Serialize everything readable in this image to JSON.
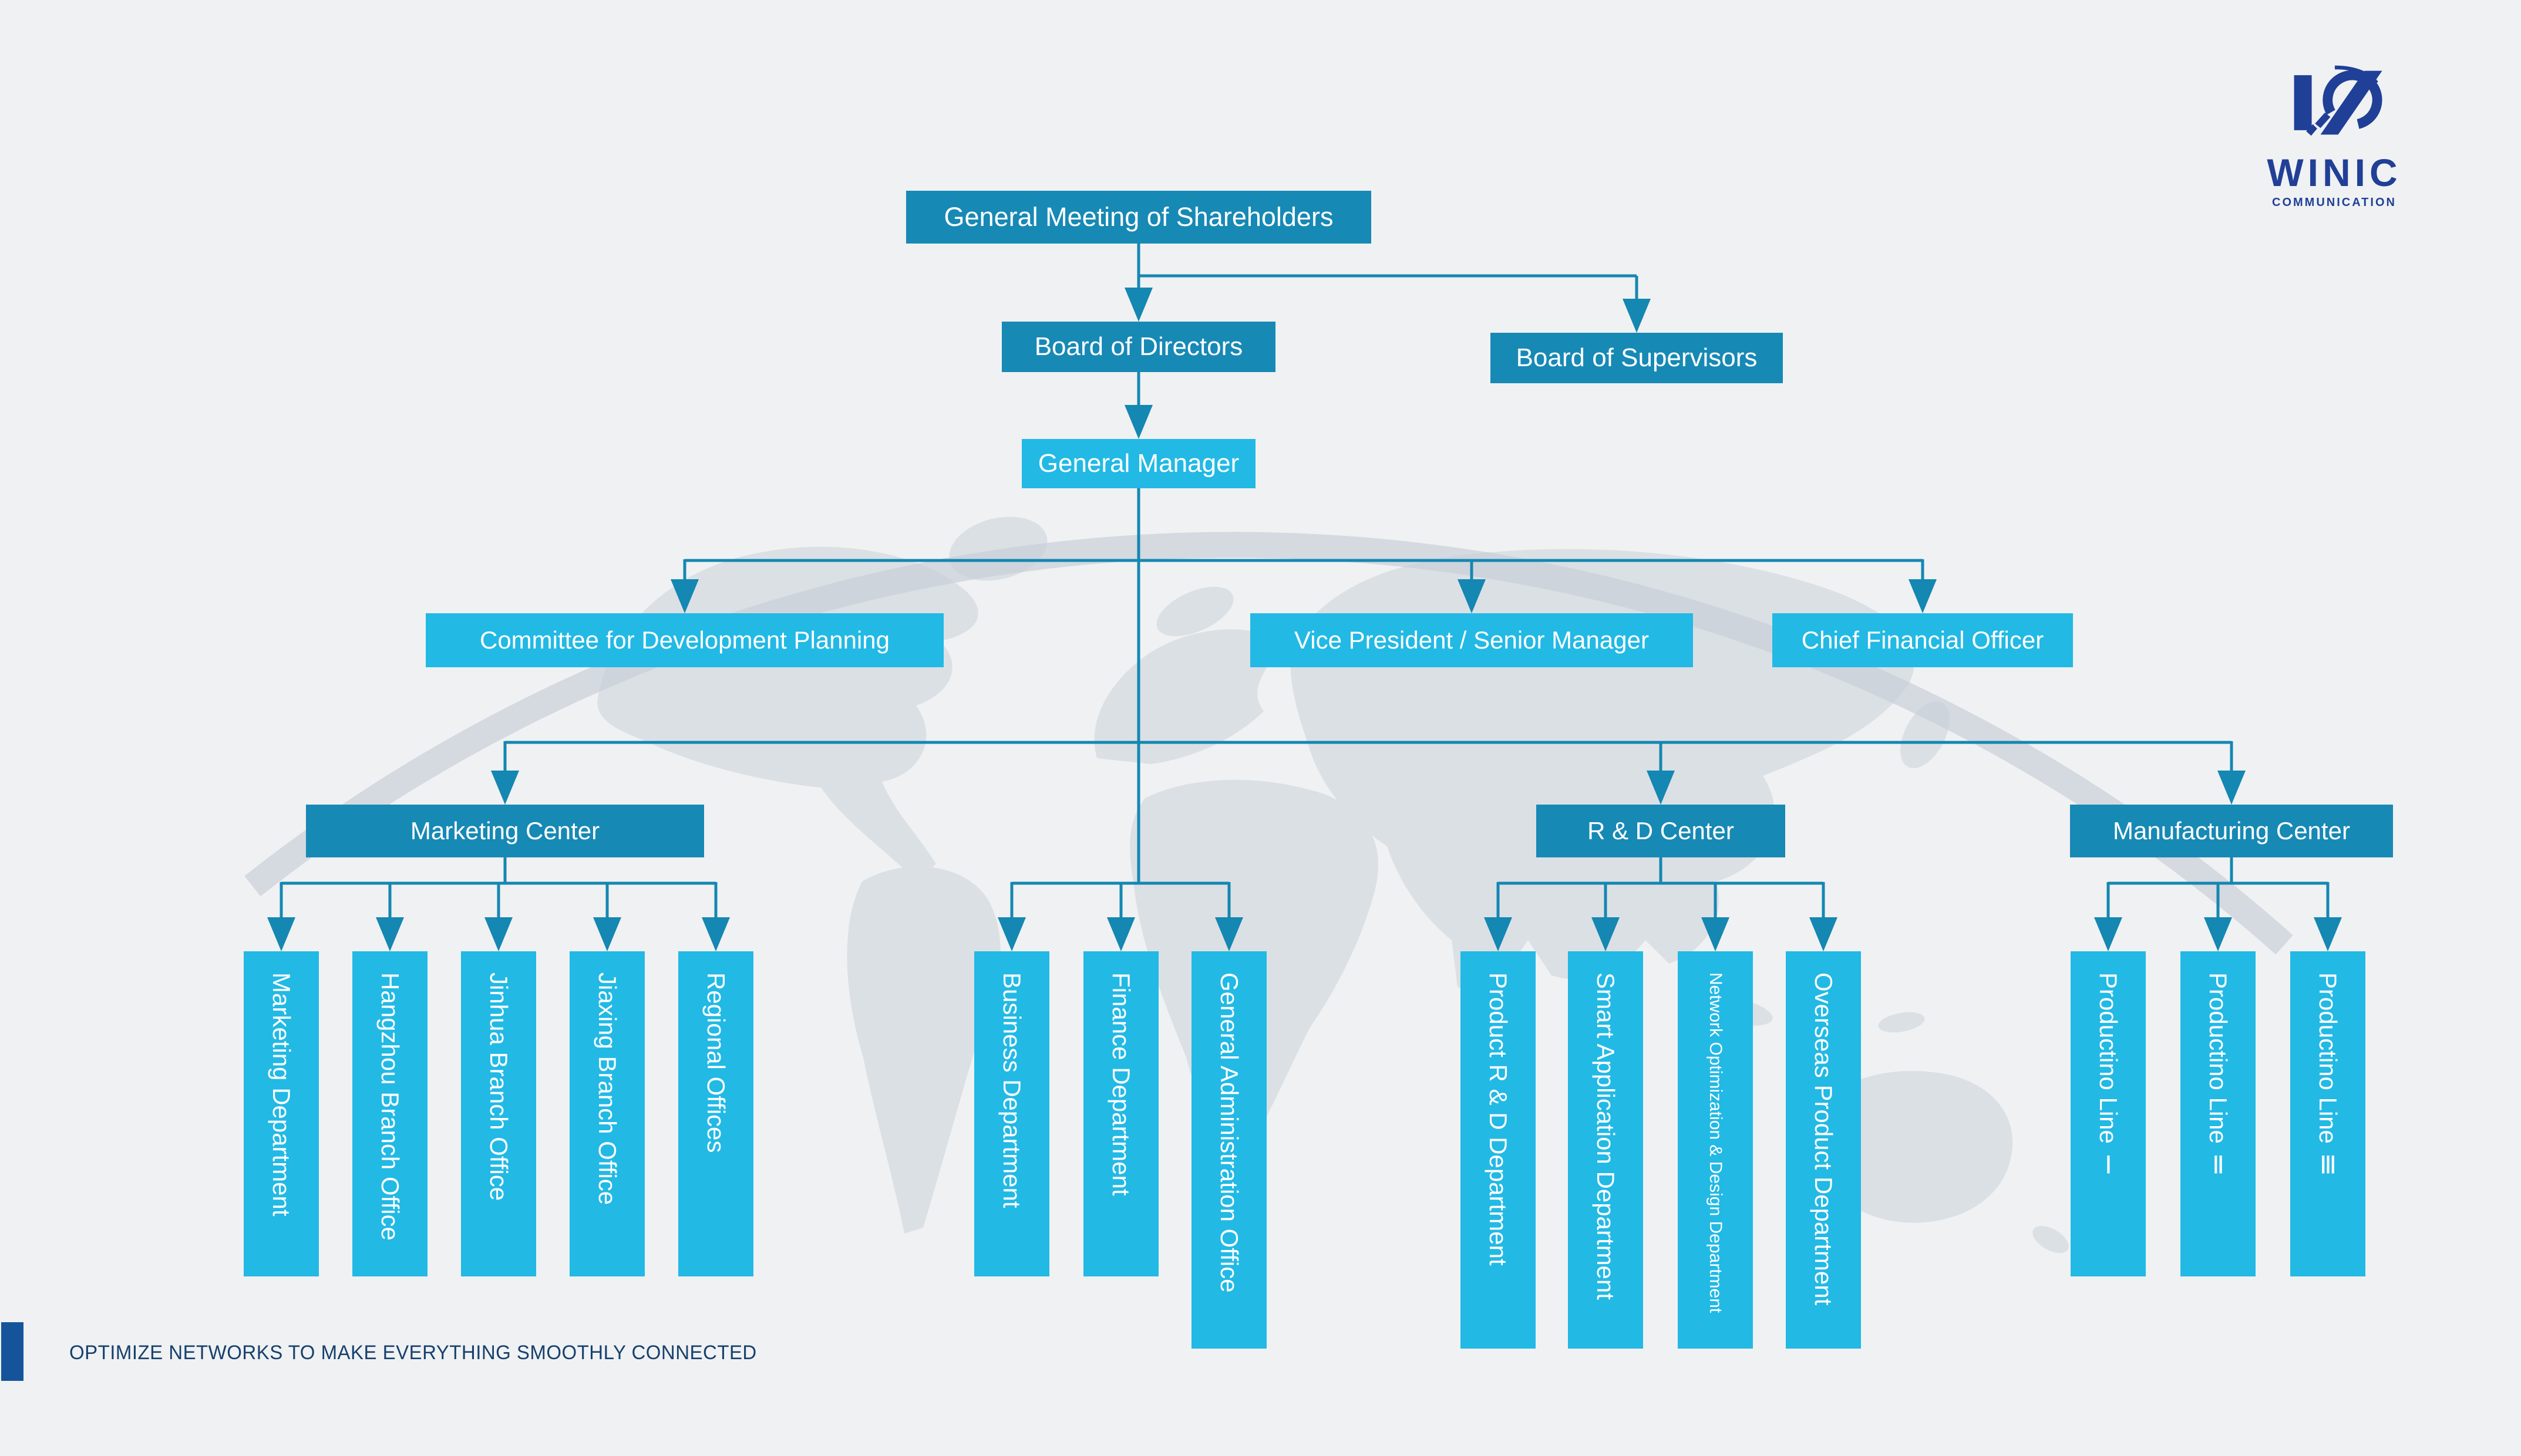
{
  "brand": {
    "name": "WINIC",
    "subtitle": "COMMUNICATION"
  },
  "tagline": "OPTIMIZE NETWORKS TO MAKE EVERYTHING SMOOTHLY CONNECTED",
  "colors": {
    "dark_box": "#1789b5",
    "light_box": "#22b9e5",
    "connector": "#1487b2",
    "logo_navy": "#203f97",
    "tagline_square": "#15549b",
    "tagline_text": "#16406e",
    "background": "#f0f1f2",
    "map_watermark": "#cfd5de"
  },
  "nodes": {
    "general_meeting": {
      "label": "General Meeting of Shareholders"
    },
    "board_of_directors": {
      "label": "Board of Directors"
    },
    "board_of_supervisors": {
      "label": "Board of Supervisors"
    },
    "general_manager": {
      "label": "General Manager"
    },
    "committee_development_planning": {
      "label": "Committee for Development Planning"
    },
    "vice_president_senior_manager": {
      "label": "Vice President / Senior Manager"
    },
    "chief_financial_officer": {
      "label": "Chief Financial Officer"
    },
    "marketing_center": {
      "label": "Marketing Center"
    },
    "rd_center": {
      "label": "R & D Center"
    },
    "manufacturing_center": {
      "label": "Manufacturing Center"
    }
  },
  "columns": {
    "marketing": [
      "Marketing Department",
      "Hangzhou Branch Office",
      "Jinhua Branch Office",
      "Jiaxing Branch Office",
      "Regional Offices"
    ],
    "general_manager_direct": [
      "Business Department",
      "Finance Department",
      "General Administration Office"
    ],
    "rd": [
      "Product R & D Department",
      "Smart Application Department",
      "Network Optimization & Design Department",
      "Overseas Product Department"
    ],
    "manufacturing": [
      "Productino Line Ⅰ",
      "Productino Line Ⅱ",
      "Productino Line Ⅲ"
    ]
  }
}
